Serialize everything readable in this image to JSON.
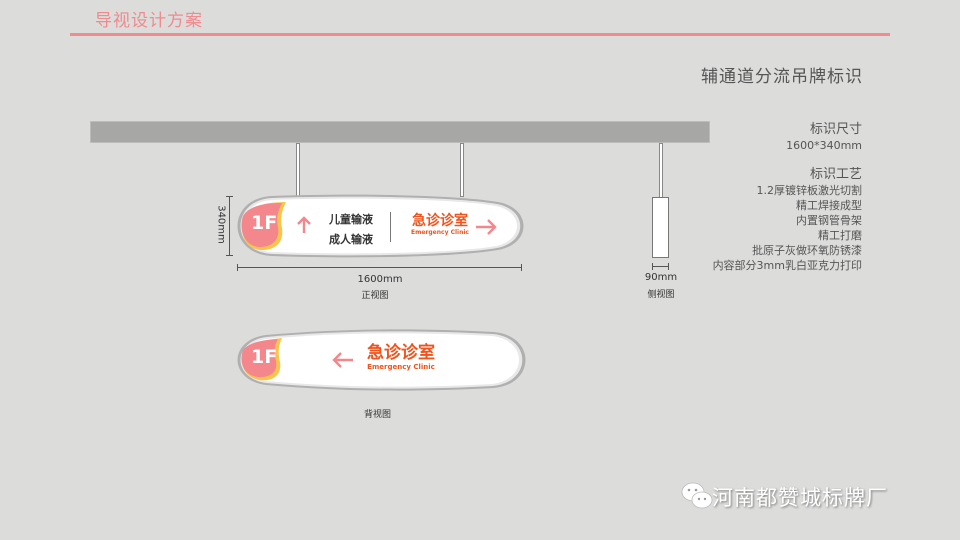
{
  "header": {
    "title": "导视设计方案",
    "accent_color": "#f28b90"
  },
  "page": {
    "subtitle": "辅通道分流吊牌标识"
  },
  "specs": {
    "size_heading": "标识尺寸",
    "size_value": "1600*340mm",
    "process_heading": "标识工艺",
    "process_items": [
      "1.2厚镀锌板激光切割",
      "精工焊接成型",
      "内置钢管骨架",
      "精工打磨",
      "批原子灰做环氧防锈漆",
      "内容部分3mm乳白亚克力打印"
    ]
  },
  "front_view": {
    "floor_badge": "1F",
    "up_arrow": "arrow-up",
    "left_lines": [
      "儿童输液",
      "成人输液"
    ],
    "dept_cn": "急诊诊室",
    "dept_en": "Emergency Clinic",
    "right_arrow": "arrow-right",
    "width_label": "1600mm",
    "height_label": "340mm",
    "caption": "正视图"
  },
  "side_view": {
    "width_label": "90mm",
    "caption": "侧视图"
  },
  "back_view": {
    "floor_badge": "1F",
    "left_arrow": "arrow-left",
    "dept_cn": "急诊诊室",
    "dept_en": "Emergency Clinic",
    "caption": "背视图"
  },
  "colors": {
    "badge_pink": "#f4878c",
    "badge_yellow": "#f7c54a",
    "dept_orange": "#f0531c",
    "arrow_pink": "#f4878c"
  },
  "watermark": {
    "text": "河南都赞城标牌厂",
    "icon": "wechat-icon"
  }
}
